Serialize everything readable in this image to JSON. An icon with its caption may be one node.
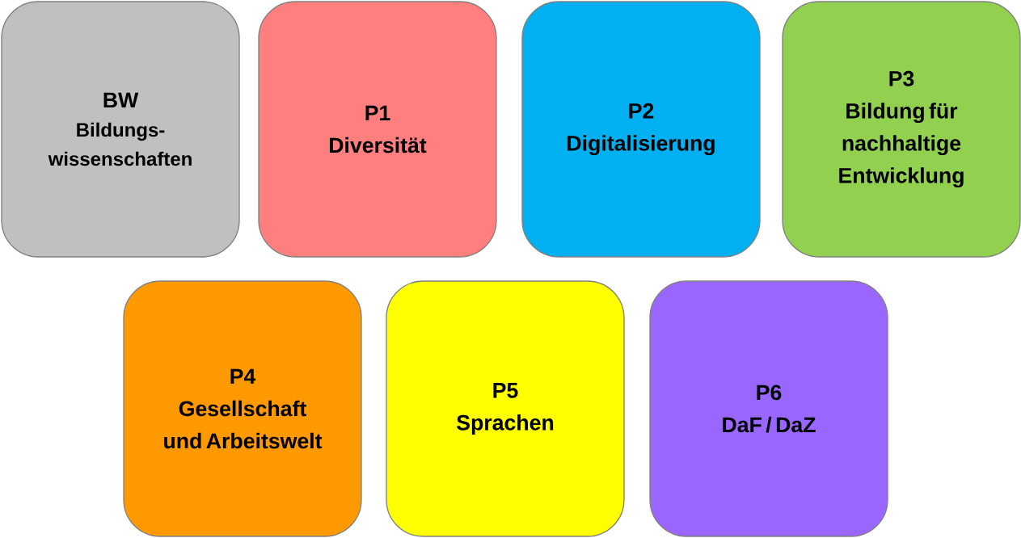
{
  "diagram": {
    "nodes": [
      {
        "text": [
          "BW",
          "Bildungs- wissenschaften"
        ]
      },
      {
        "text": [
          "P1",
          "Diversität"
        ]
      },
      {
        "text": [
          "P2",
          "Digitalisierung"
        ]
      },
      {
        "text": [
          "P3",
          "Bildung für nachhaltige Entwicklung"
        ]
      },
      {
        "text": [
          "P4",
          "Gesellschaft und Arbeitswelt"
        ]
      },
      {
        "text": [
          "P5",
          "Sprachen"
        ]
      },
      {
        "text": [
          "P6",
          "DaF / DaZ"
        ]
      }
    ]
  }
}
